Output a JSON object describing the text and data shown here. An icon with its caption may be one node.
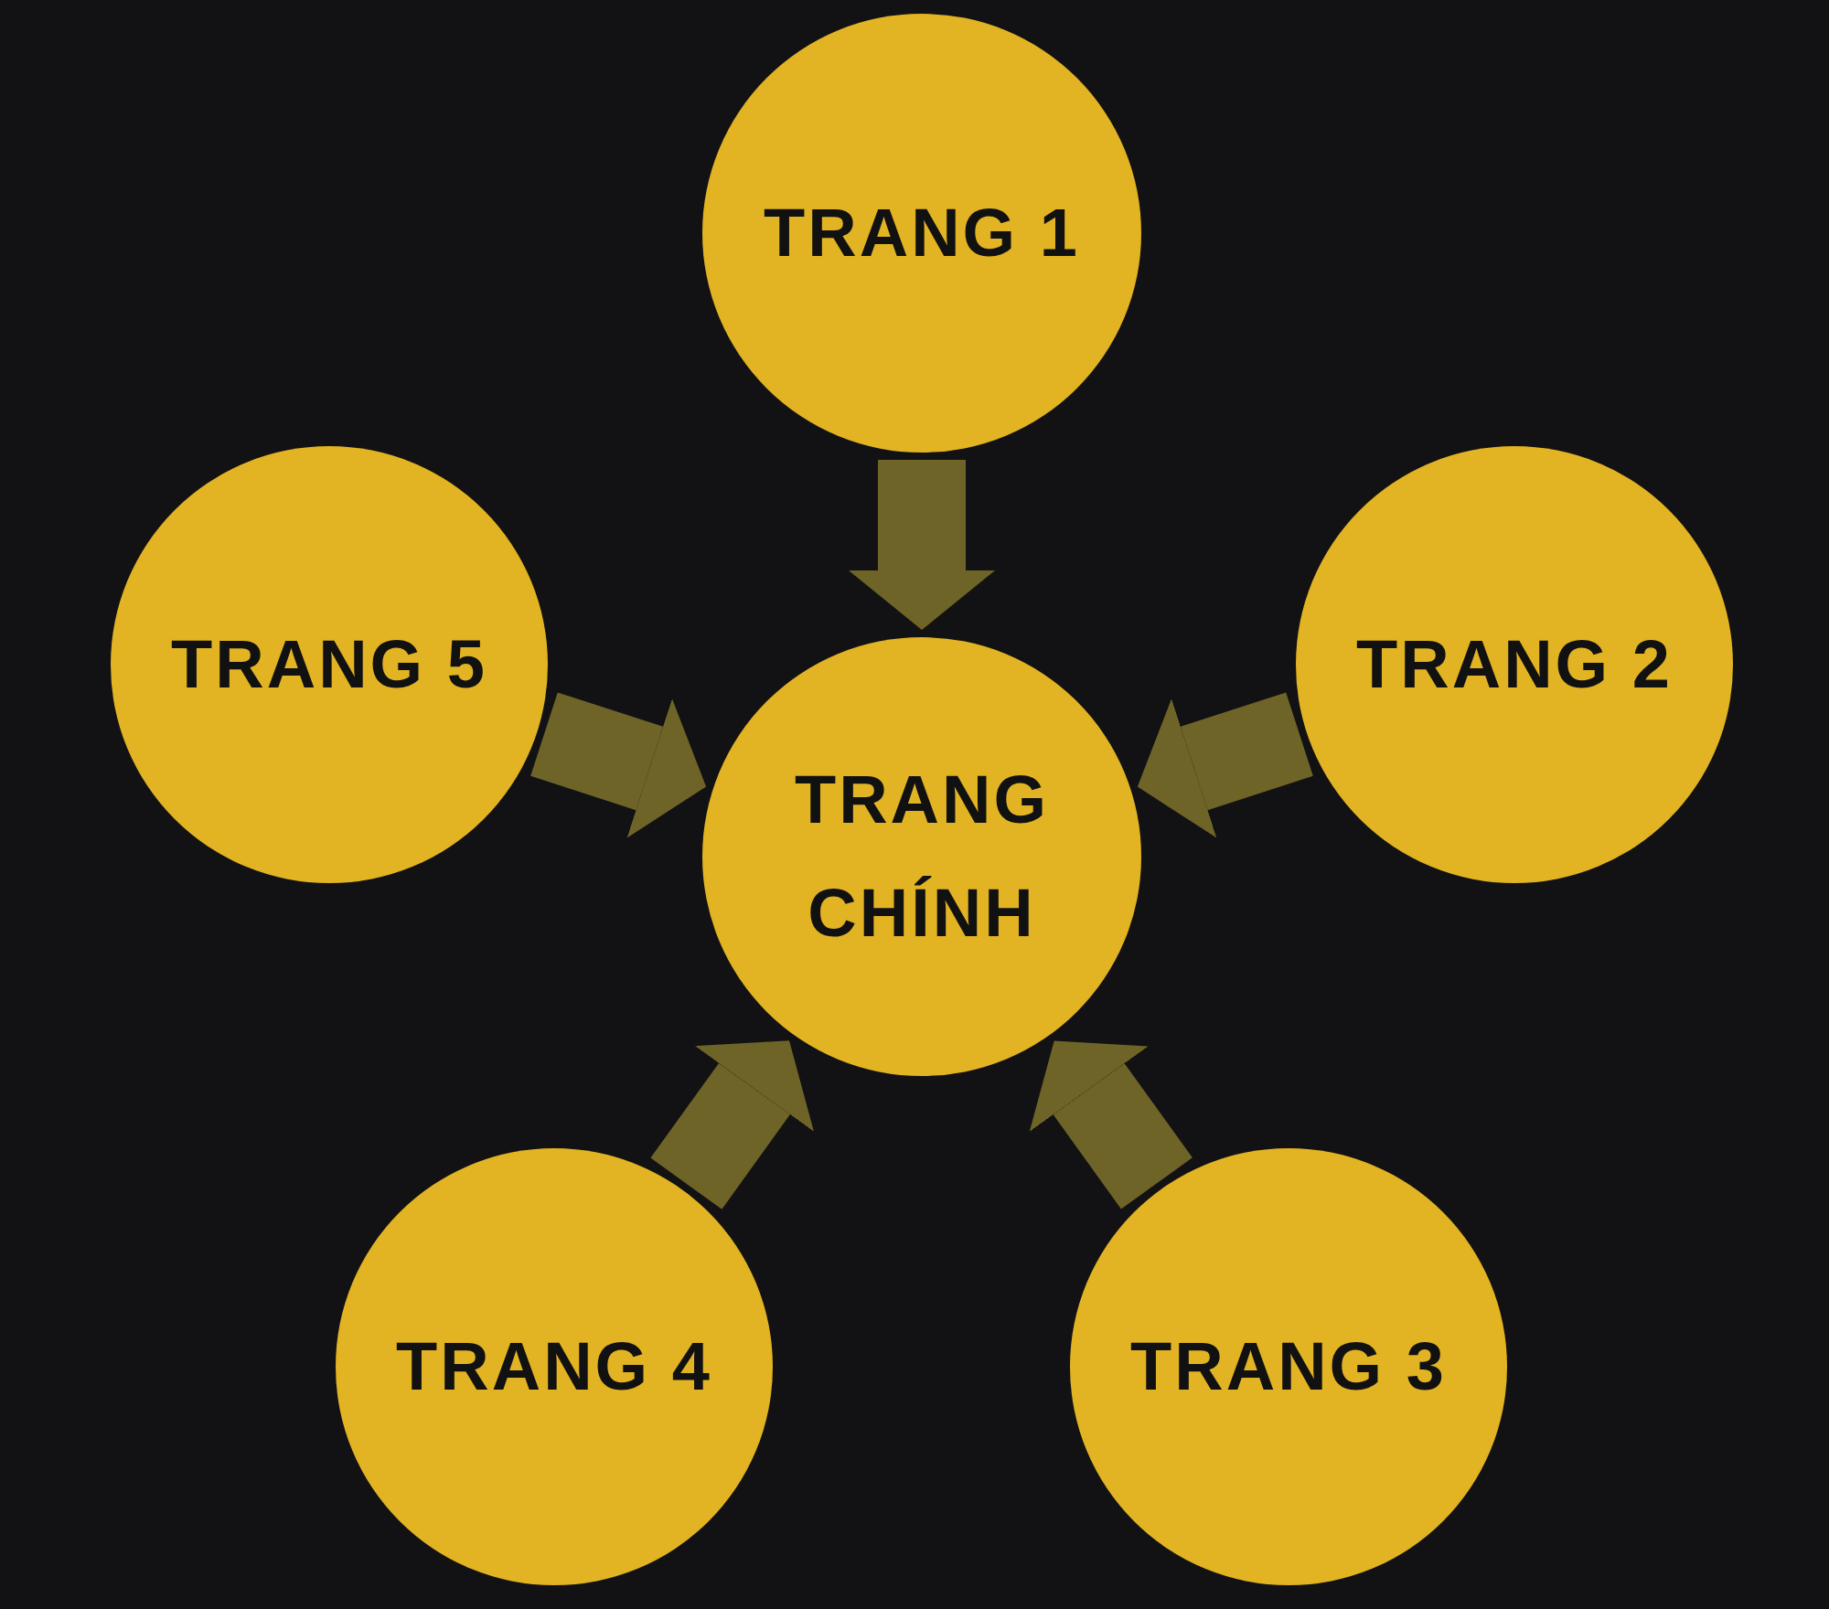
{
  "diagram": {
    "nodes": [
      {
        "text": [
          "TRANG 1"
        ]
      },
      {
        "text": [
          "TRANG 5"
        ]
      },
      {
        "text": [
          "TRANG 2"
        ]
      },
      {
        "text": [
          "TRANG CHÍNH"
        ]
      },
      {
        "text": [
          "TRANG 4"
        ]
      },
      {
        "text": [
          "TRANG 3"
        ]
      }
    ],
    "edges": [
      {
        "from": 0,
        "to": 3,
        "arrow": "to"
      },
      {
        "from": 2,
        "to": 3,
        "arrow": "to"
      },
      {
        "from": 5,
        "to": 3,
        "arrow": "to"
      },
      {
        "from": 4,
        "to": 3,
        "arrow": "to"
      },
      {
        "from": 1,
        "to": 3,
        "arrow": "to"
      }
    ]
  }
}
